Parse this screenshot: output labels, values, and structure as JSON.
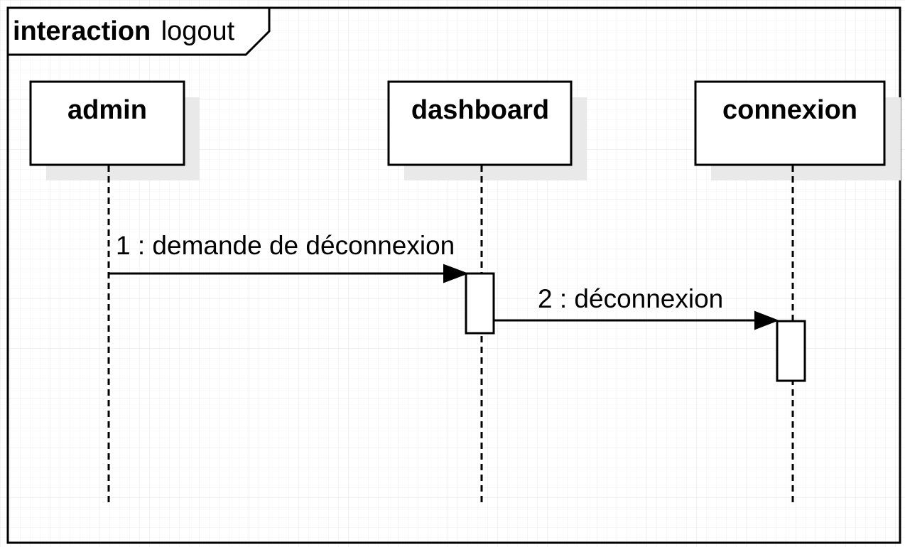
{
  "frame": {
    "keyword": "interaction",
    "name": "logout"
  },
  "participants": [
    {
      "name": "admin"
    },
    {
      "name": "dashboard"
    },
    {
      "name": "connexion"
    }
  ],
  "messages": [
    {
      "label": "1 : demande de déconnexion",
      "from": "admin",
      "to": "dashboard"
    },
    {
      "label": "2 : déconnexion",
      "from": "dashboard",
      "to": "connexion"
    }
  ],
  "colors": {
    "background": "#ffffff",
    "grid": "#ebebeb",
    "line": "#000000",
    "shadow": "#e6e6e6"
  }
}
